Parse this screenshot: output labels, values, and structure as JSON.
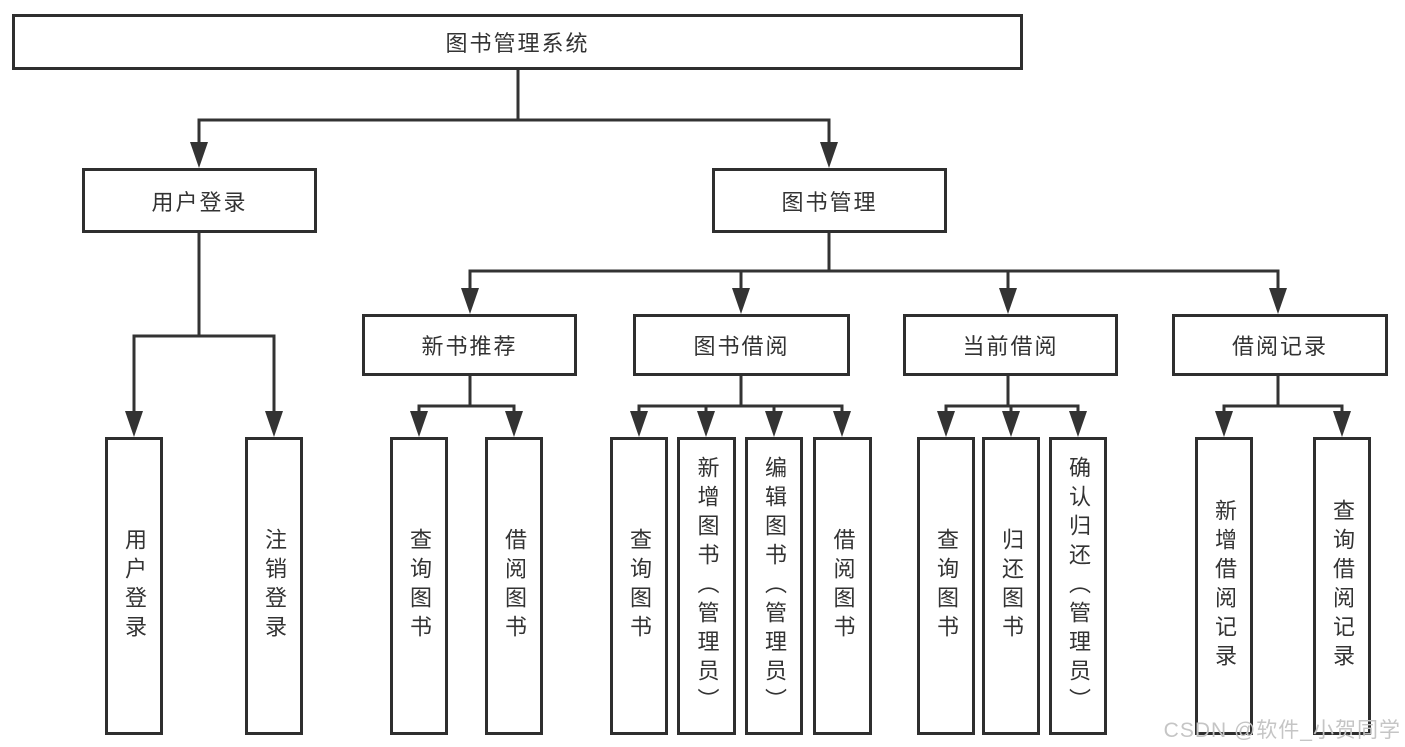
{
  "nodes": {
    "root": "图书管理系统",
    "level2": {
      "user_login": "用户登录",
      "book_mgmt": "图书管理"
    },
    "level3": {
      "new_book_rec": "新书推荐",
      "book_borrow": "图书借阅",
      "current_borrow": "当前借阅",
      "borrow_record": "借阅记录"
    },
    "leaves": {
      "user_login": [
        "用户登录",
        "注销登录"
      ],
      "new_book_rec": [
        "查询图书",
        "借阅图书"
      ],
      "book_borrow": [
        "查询图书",
        "新增图书（管理员）",
        "编辑图书（管理员）",
        "借阅图书"
      ],
      "current_borrow": [
        "查询图书",
        "归还图书",
        "确认归还（管理员）"
      ],
      "borrow_record": [
        "新增借阅记录",
        "查询借阅记录"
      ]
    }
  },
  "watermark": {
    "text": "CSDN @软件_小贺同学"
  },
  "colors": {
    "border": "#2f2f2f",
    "line": "#333333",
    "text": "#333333",
    "watermark": "#c5c5c5"
  }
}
